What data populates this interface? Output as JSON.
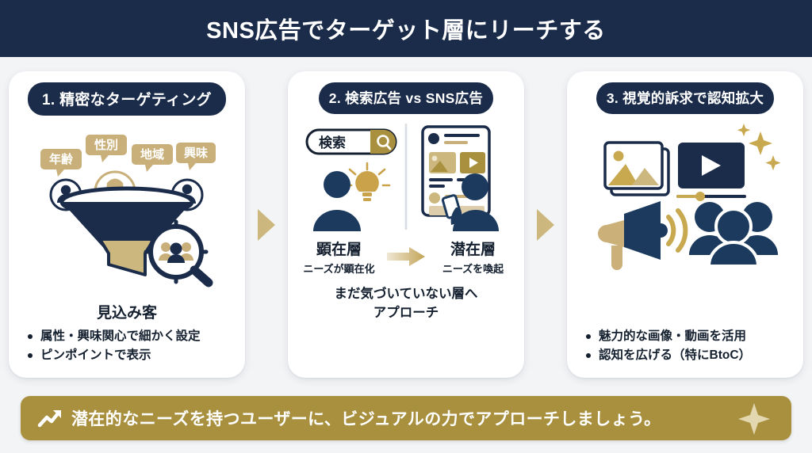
{
  "header": {
    "title": "SNS広告でターゲット層にリーチする",
    "bg_color": "#1b2c4b",
    "text_color": "#ffffff"
  },
  "theme": {
    "navy": "#1b2c4b",
    "gold": "#a8903f",
    "tan": "#c9b07a",
    "cream": "#e0d3ad",
    "page_bg": "#f3f4f6",
    "card_bg": "#ffffff"
  },
  "cards": [
    {
      "title": "1. 精密なターゲティング",
      "tags": [
        "年齢",
        "性別",
        "地域",
        "興味"
      ],
      "caption": "見込み客",
      "bullets": [
        "属性・興味関心で細かく設定",
        "ピンポイントで表示"
      ],
      "icons": [
        "funnel-icon",
        "person-icon",
        "magnifier-target-icon",
        "people-group-icon"
      ]
    },
    {
      "title": "2. 検索広告 vs SNS広告",
      "search_value": "検索",
      "left_layer": {
        "main": "顕在層",
        "sub": "ニーズが顕在化"
      },
      "right_layer": {
        "main": "潜在層",
        "sub": "ニーズを喚起"
      },
      "footer_line1": "まだ気づいていない層へ",
      "footer_line2": "アプローチ",
      "icons": [
        "search-icon",
        "lightbulb-icon",
        "person-icon",
        "social-feed-icon",
        "smartphone-icon",
        "play-icon"
      ]
    },
    {
      "title": "3. 視覚的訴求で認知拡大",
      "bullets": [
        "魅力的な画像・動画を活用",
        "認知を広げる（特にBtoC）"
      ],
      "icons": [
        "image-stack-icon",
        "video-player-icon",
        "play-icon",
        "sparkle-icon",
        "megaphone-icon",
        "people-group-icon"
      ]
    }
  ],
  "between_arrows": [
    "arrow-right-icon",
    "arrow-right-icon"
  ],
  "footer": {
    "text": "潜在的なニーズを持つユーザーに、ビジュアルの力でアプローチしましょう。",
    "icon": "trending-up-icon",
    "decor_icon": "sparkle-icon",
    "bg_color": "#a8903f"
  }
}
